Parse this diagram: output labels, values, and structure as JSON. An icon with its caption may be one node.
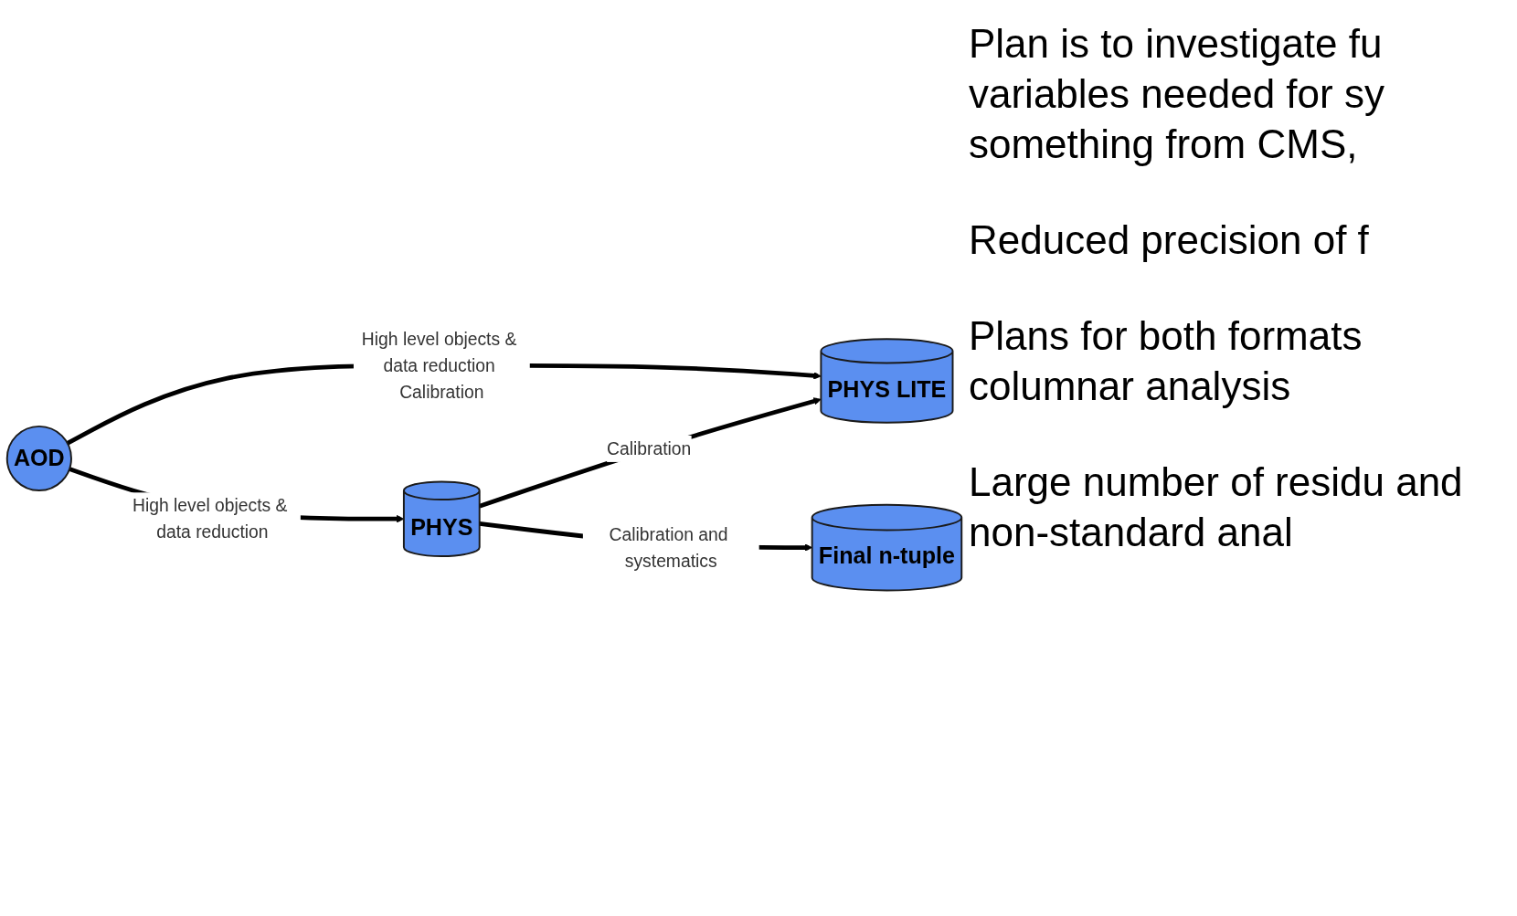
{
  "diagram": {
    "nodes": [
      {
        "text": [
          "PHYS LITE"
        ]
      },
      {
        "text": [
          "AOD"
        ]
      },
      {
        "text": [
          "PHYS"
        ]
      },
      {
        "text": [
          "Final n-tuple"
        ]
      }
    ],
    "edges": [
      {
        "from": 1,
        "to": 0,
        "arrow": "to",
        "label": "High level objects & data reduction Calibration"
      },
      {
        "from": 2,
        "to": 0,
        "arrow": "to",
        "label": "Calibration"
      },
      {
        "from": 1,
        "to": 2,
        "arrow": "to",
        "label": "High level objects & data reduction"
      },
      {
        "from": 2,
        "to": 3,
        "arrow": "to",
        "label": "Calibration and systematics"
      }
    ],
    "labels": [
      "Plan is to investigate fu variables needed for sy something from CMS,",
      "Reduced precision of f",
      "Plans for both formats columnar analysis",
      "Large number of residu and non-standard anal"
    ]
  }
}
